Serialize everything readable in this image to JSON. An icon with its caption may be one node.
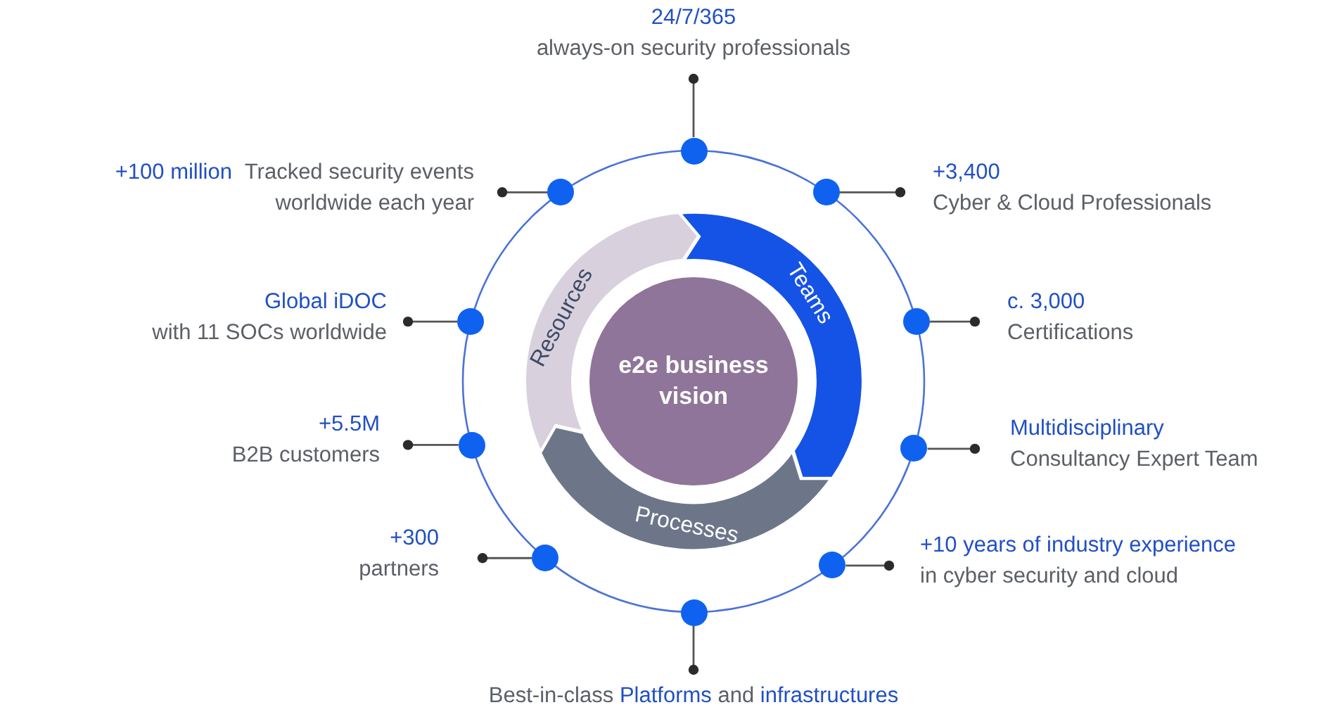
{
  "diagram": {
    "nodes": [
      {
        "text": [
          "24/7/365",
          "always-on security professionals"
        ]
      },
      {
        "text": [],
        "shape": "circle"
      },
      {
        "text": [
          "+100 million",
          "Tracked security events worldwide each year"
        ]
      },
      {
        "text": [],
        "shape": "circle"
      },
      {
        "text": [
          "+3,400",
          "Cyber & Cloud Professionals"
        ]
      },
      {
        "text": [],
        "shape": "circle"
      },
      {
        "text": [
          "Global iDOC",
          "with 11 SOCs worldwide"
        ]
      },
      {
        "text": [],
        "shape": "circle"
      },
      {
        "text": [
          "c. 3,000",
          "Certifications"
        ]
      },
      {
        "text": [],
        "shape": "circle"
      },
      {
        "text": [
          "+5.5M",
          "B2B customers"
        ]
      },
      {
        "text": [],
        "shape": "circle"
      },
      {
        "text": [
          "Multidisciplinary",
          "Consultancy Expert Team"
        ]
      },
      {
        "text": [],
        "shape": "circle"
      },
      {
        "text": [
          "+300",
          "partners"
        ]
      },
      {
        "text": [],
        "shape": "circle"
      },
      {
        "text": [
          "+10 years of industry experience",
          "in cyber security and cloud"
        ]
      },
      {
        "text": [],
        "shape": "circle"
      },
      {
        "text": [
          "Resources"
        ]
      },
      {
        "text": [
          "Teams"
        ]
      },
      {
        "text": [
          "e2e business vision"
        ]
      },
      {
        "text": [
          "Processes"
        ]
      },
      {
        "text": [
          "Best-in-class **Platforms** and **infrastructures**"
        ]
      },
      {
        "text": [],
        "shape": "circle"
      }
    ],
    "edges": [
      {
        "from": 0,
        "to": 1,
        "arrow": "other"
      },
      {
        "from": 2,
        "to": 3,
        "arrow": "other"
      },
      {
        "from": 4,
        "to": 5,
        "arrow": "other"
      },
      {
        "from": 6,
        "to": 7,
        "arrow": "other"
      },
      {
        "from": 8,
        "to": 9,
        "arrow": "other"
      },
      {
        "from": 10,
        "to": 11,
        "arrow": "other"
      },
      {
        "from": 12,
        "to": 13,
        "arrow": "other"
      },
      {
        "from": 14,
        "to": 15,
        "arrow": "other"
      },
      {
        "from": 16,
        "to": 17,
        "arrow": "other"
      },
      {
        "from": 22,
        "to": 23,
        "arrow": "other"
      }
    ]
  }
}
